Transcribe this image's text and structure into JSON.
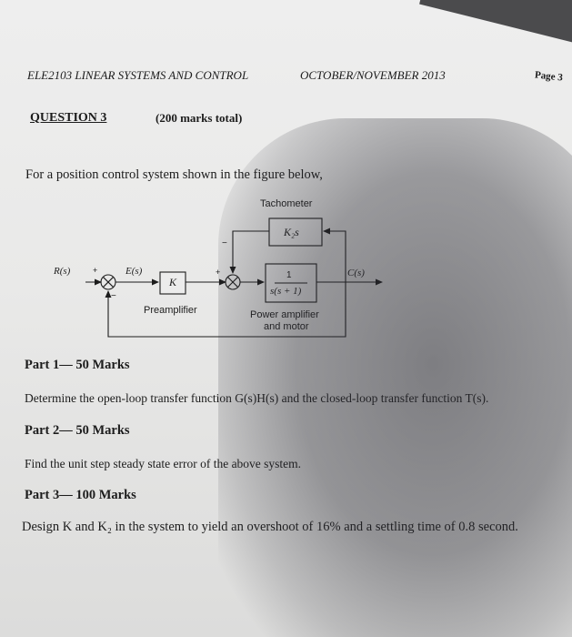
{
  "header": {
    "course": "ELE2103 LINEAR SYSTEMS AND CONTROL",
    "session": "OCTOBER/NOVEMBER 2013",
    "page": "Page 3"
  },
  "question": {
    "title": "QUESTION 3",
    "marks": "(200 marks total)",
    "intro": "For a position control system shown in the figure below,"
  },
  "diagram": {
    "tachometer_label": "Tachometer",
    "tach_block": "K₂s",
    "input": "R(s)",
    "error": "E(s)",
    "output": "C(s)",
    "gain_block": "K",
    "plant_num": "1",
    "plant_den": "s(s + 1)",
    "preamp_label": "Preamplifier",
    "power_label_1": "Power amplifier",
    "power_label_2": "and motor",
    "sign_plus": "+",
    "sign_minus": "−"
  },
  "parts": [
    {
      "heading": "Part 1— 50 Marks",
      "text": "Determine the open-loop transfer function G(s)H(s) and the closed-loop transfer function T(s)."
    },
    {
      "heading": "Part 2— 50 Marks",
      "text": "Find the unit step steady state error of the above system."
    },
    {
      "heading": "Part 3— 100 Marks",
      "text": "Design K and K₂ in the system to yield an overshoot of 16% and a settling time of 0.8 second."
    }
  ]
}
